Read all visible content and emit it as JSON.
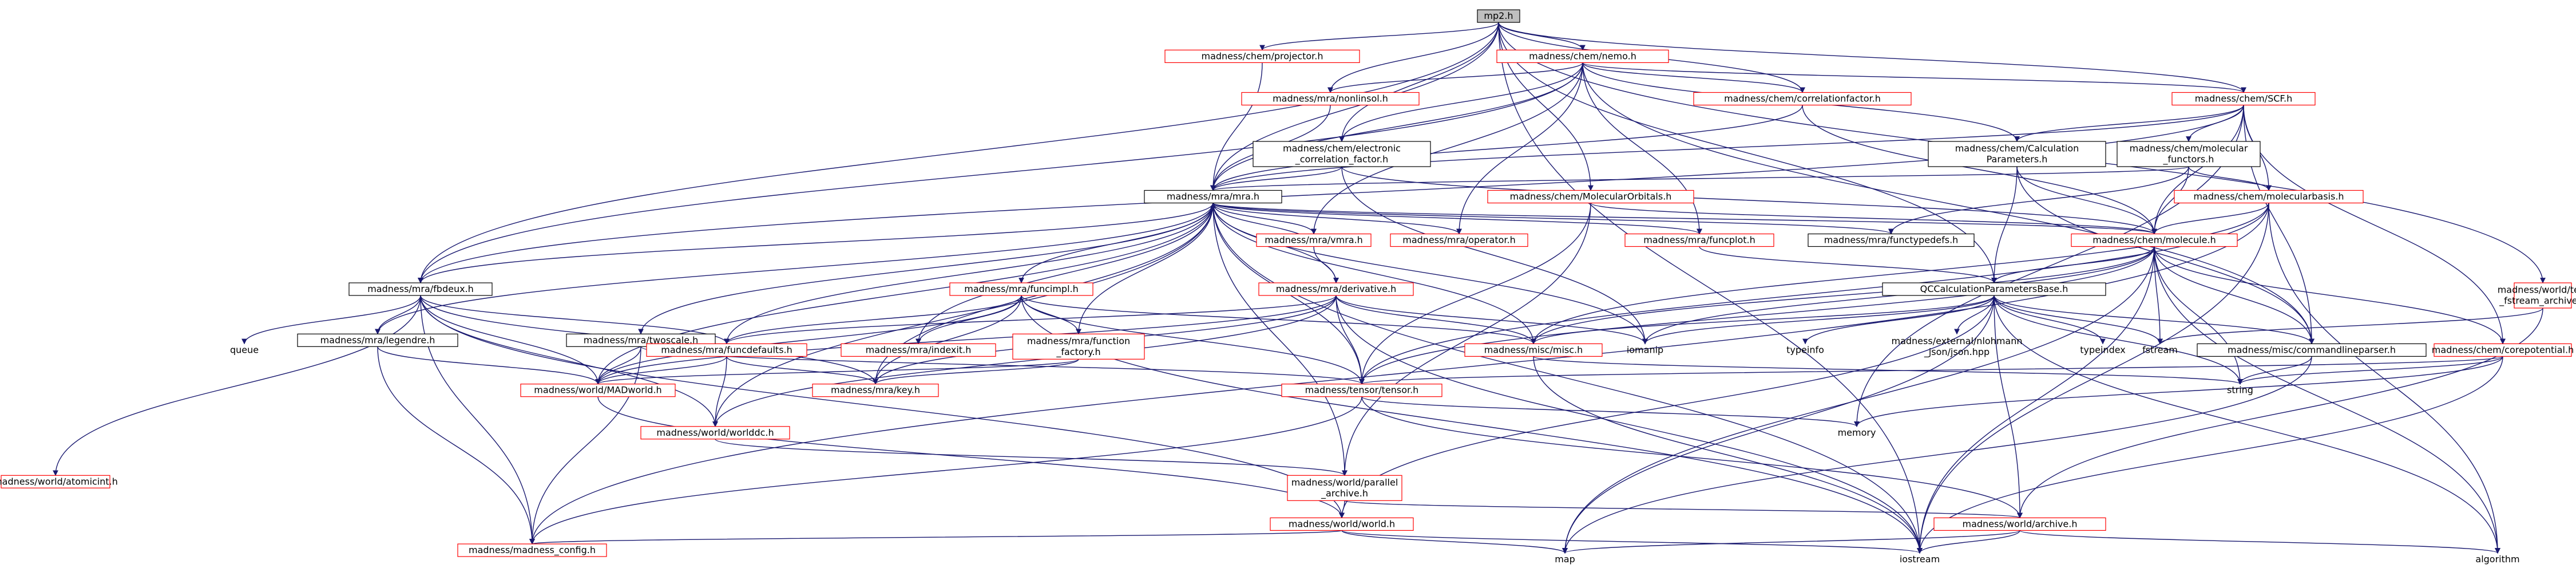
{
  "diagram": {
    "title": "mp2.h",
    "nodes": [
      {
        "id": "root",
        "label": [
          "mp2.h"
        ],
        "style": "root"
      },
      {
        "id": "projector",
        "label": [
          "madness/chem/projector.h"
        ],
        "style": "red"
      },
      {
        "id": "nemo",
        "label": [
          "madness/chem/nemo.h"
        ],
        "style": "red"
      },
      {
        "id": "nonlinsol",
        "label": [
          "madness/mra/nonlinsol.h"
        ],
        "style": "red"
      },
      {
        "id": "corrfac",
        "label": [
          "madness/chem/correlationfactor.h"
        ],
        "style": "red"
      },
      {
        "id": "scf",
        "label": [
          "madness/chem/SCF.h"
        ],
        "style": "red"
      },
      {
        "id": "elcorr",
        "label": [
          "madness/chem/electronic",
          "_correlation_factor.h"
        ],
        "style": "black"
      },
      {
        "id": "calcparam",
        "label": [
          "madness/chem/Calculation",
          "Parameters.h"
        ],
        "style": "black"
      },
      {
        "id": "molfunc",
        "label": [
          "madness/chem/molecular",
          "_functors.h"
        ],
        "style": "black"
      },
      {
        "id": "mra",
        "label": [
          "madness/mra/mra.h"
        ],
        "style": "black"
      },
      {
        "id": "molorb",
        "label": [
          "madness/chem/MolecularOrbitals.h"
        ],
        "style": "red"
      },
      {
        "id": "molbasis",
        "label": [
          "madness/chem/molecularbasis.h"
        ],
        "style": "red"
      },
      {
        "id": "vmra",
        "label": [
          "madness/mra/vmra.h"
        ],
        "style": "red"
      },
      {
        "id": "operator",
        "label": [
          "madness/mra/operator.h"
        ],
        "style": "red"
      },
      {
        "id": "funcplot",
        "label": [
          "madness/mra/funcplot.h"
        ],
        "style": "red"
      },
      {
        "id": "functypedefs",
        "label": [
          "madness/mra/functypedefs.h"
        ],
        "style": "black"
      },
      {
        "id": "molecule",
        "label": [
          "madness/chem/molecule.h"
        ],
        "style": "red"
      },
      {
        "id": "textfstream",
        "label": [
          "madness/world/text",
          "_fstream_archive.h"
        ],
        "style": "red"
      },
      {
        "id": "fbdeux",
        "label": [
          "madness/mra/fbdeux.h"
        ],
        "style": "black"
      },
      {
        "id": "funcimpl",
        "label": [
          "madness/mra/funcimpl.h"
        ],
        "style": "red"
      },
      {
        "id": "derivative",
        "label": [
          "madness/mra/derivative.h"
        ],
        "style": "red"
      },
      {
        "id": "qccalc",
        "label": [
          "QCCalculationParametersBase.h"
        ],
        "style": "black"
      },
      {
        "id": "queue",
        "label": [
          "queue"
        ],
        "style": "plain"
      },
      {
        "id": "legendre",
        "label": [
          "madness/mra/legendre.h"
        ],
        "style": "black"
      },
      {
        "id": "twoscale",
        "label": [
          "madness/mra/twoscale.h"
        ],
        "style": "black"
      },
      {
        "id": "funcdefaults",
        "label": [
          "madness/mra/funcdefaults.h"
        ],
        "style": "red"
      },
      {
        "id": "indexit",
        "label": [
          "madness/mra/indexit.h"
        ],
        "style": "red"
      },
      {
        "id": "funcfactory",
        "label": [
          "madness/mra/function",
          "_factory.h"
        ],
        "style": "red"
      },
      {
        "id": "misc",
        "label": [
          "madness/misc/misc.h"
        ],
        "style": "red"
      },
      {
        "id": "iomanip",
        "label": [
          "iomanip"
        ],
        "style": "plain"
      },
      {
        "id": "typeinfo",
        "label": [
          "typeinfo"
        ],
        "style": "plain"
      },
      {
        "id": "json",
        "label": [
          "madness/external/nlohmann",
          "_json/json.hpp"
        ],
        "style": "plain"
      },
      {
        "id": "typeindex",
        "label": [
          "typeindex"
        ],
        "style": "plain"
      },
      {
        "id": "fstream",
        "label": [
          "fstream"
        ],
        "style": "plain"
      },
      {
        "id": "cmdline",
        "label": [
          "madness/misc/commandlineparser.h"
        ],
        "style": "black"
      },
      {
        "id": "corepot",
        "label": [
          "madness/chem/corepotential.h"
        ],
        "style": "red"
      },
      {
        "id": "madworld",
        "label": [
          "madness/world/MADworld.h"
        ],
        "style": "red"
      },
      {
        "id": "key",
        "label": [
          "madness/mra/key.h"
        ],
        "style": "red"
      },
      {
        "id": "tensor",
        "label": [
          "madness/tensor/tensor.h"
        ],
        "style": "red"
      },
      {
        "id": "string",
        "label": [
          "string"
        ],
        "style": "plain"
      },
      {
        "id": "worlddc",
        "label": [
          "madness/world/worlddc.h"
        ],
        "style": "red"
      },
      {
        "id": "memory",
        "label": [
          "memory"
        ],
        "style": "plain"
      },
      {
        "id": "atomicint",
        "label": [
          "madness/world/atomicint.h"
        ],
        "style": "red"
      },
      {
        "id": "parallel",
        "label": [
          "madness/world/parallel",
          "_archive.h"
        ],
        "style": "red"
      },
      {
        "id": "world",
        "label": [
          "madness/world/world.h"
        ],
        "style": "red"
      },
      {
        "id": "archive",
        "label": [
          "madness/world/archive.h"
        ],
        "style": "red"
      },
      {
        "id": "config",
        "label": [
          "madness/madness_config.h"
        ],
        "style": "red"
      },
      {
        "id": "map",
        "label": [
          "map"
        ],
        "style": "plain"
      },
      {
        "id": "iostream",
        "label": [
          "iostream"
        ],
        "style": "plain"
      },
      {
        "id": "algorithm",
        "label": [
          "algorithm"
        ],
        "style": "plain"
      }
    ],
    "edges": [
      [
        "root",
        "projector"
      ],
      [
        "root",
        "nemo"
      ],
      [
        "root",
        "nonlinsol"
      ],
      [
        "root",
        "corrfac"
      ],
      [
        "root",
        "scf"
      ],
      [
        "root",
        "elcorr"
      ],
      [
        "root",
        "molorb"
      ],
      [
        "root",
        "textfstream"
      ],
      [
        "root",
        "fbdeux"
      ],
      [
        "root",
        "mra"
      ],
      [
        "root",
        "qccalc"
      ],
      [
        "root",
        "iostream"
      ],
      [
        "projector",
        "mra"
      ],
      [
        "nemo",
        "nonlinsol"
      ],
      [
        "nemo",
        "corrfac"
      ],
      [
        "nemo",
        "scf"
      ],
      [
        "nemo",
        "mra"
      ],
      [
        "nemo",
        "fbdeux"
      ],
      [
        "nemo",
        "calcparam"
      ],
      [
        "nemo",
        "vmra"
      ],
      [
        "nemo",
        "operator"
      ],
      [
        "nemo",
        "funcplot"
      ],
      [
        "nemo",
        "cmdline"
      ],
      [
        "nemo",
        "elcorr"
      ],
      [
        "nonlinsol",
        "mra"
      ],
      [
        "corrfac",
        "mra"
      ],
      [
        "corrfac",
        "molecule"
      ],
      [
        "scf",
        "calcparam"
      ],
      [
        "scf",
        "molfunc"
      ],
      [
        "scf",
        "molbasis"
      ],
      [
        "scf",
        "molecule"
      ],
      [
        "scf",
        "corepot"
      ],
      [
        "scf",
        "mra"
      ],
      [
        "scf",
        "cmdline"
      ],
      [
        "scf",
        "fbdeux"
      ],
      [
        "scf",
        "memory"
      ],
      [
        "elcorr",
        "mra"
      ],
      [
        "elcorr",
        "molecule"
      ],
      [
        "elcorr",
        "iomanip"
      ],
      [
        "calcparam",
        "molecule"
      ],
      [
        "calcparam",
        "qccalc"
      ],
      [
        "calcparam",
        "cmdline"
      ],
      [
        "molfunc",
        "mra"
      ],
      [
        "molfunc",
        "molecule"
      ],
      [
        "molfunc",
        "functypedefs"
      ],
      [
        "molfunc",
        "molbasis"
      ],
      [
        "molorb",
        "molecule"
      ],
      [
        "molorb",
        "tensor"
      ],
      [
        "molorb",
        "parallel"
      ],
      [
        "molbasis",
        "molecule"
      ],
      [
        "molbasis",
        "tensor"
      ],
      [
        "molbasis",
        "algorithm"
      ],
      [
        "molbasis",
        "iostream"
      ],
      [
        "molbasis",
        "config"
      ],
      [
        "molbasis",
        "misc"
      ],
      [
        "mra",
        "vmra"
      ],
      [
        "mra",
        "operator"
      ],
      [
        "mra",
        "funcplot"
      ],
      [
        "mra",
        "functypedefs"
      ],
      [
        "mra",
        "molecule"
      ],
      [
        "mra",
        "fbdeux"
      ],
      [
        "mra",
        "funcimpl"
      ],
      [
        "mra",
        "derivative"
      ],
      [
        "mra",
        "legendre"
      ],
      [
        "mra",
        "twoscale"
      ],
      [
        "mra",
        "funcdefaults"
      ],
      [
        "mra",
        "indexit"
      ],
      [
        "mra",
        "funcfactory"
      ],
      [
        "mra",
        "misc"
      ],
      [
        "mra",
        "madworld"
      ],
      [
        "mra",
        "key"
      ],
      [
        "mra",
        "tensor"
      ],
      [
        "mra",
        "worlddc"
      ],
      [
        "mra",
        "parallel"
      ],
      [
        "mra",
        "iostream"
      ],
      [
        "mra",
        "iomanip"
      ],
      [
        "vmra",
        "mra"
      ],
      [
        "vmra",
        "derivative"
      ],
      [
        "funcplot",
        "qccalc"
      ],
      [
        "molecule",
        "qccalc"
      ],
      [
        "molecule",
        "cmdline"
      ],
      [
        "molecule",
        "corepot"
      ],
      [
        "molecule",
        "misc"
      ],
      [
        "molecule",
        "fstream"
      ],
      [
        "molecule",
        "iomanip"
      ],
      [
        "molecule",
        "string"
      ],
      [
        "molecule",
        "tensor"
      ],
      [
        "molecule",
        "algorithm"
      ],
      [
        "molecule",
        "iostream"
      ],
      [
        "molecule",
        "map"
      ],
      [
        "textfstream",
        "fstream"
      ],
      [
        "textfstream",
        "archive"
      ],
      [
        "fbdeux",
        "queue"
      ],
      [
        "fbdeux",
        "legendre"
      ],
      [
        "fbdeux",
        "funcdefaults"
      ],
      [
        "fbdeux",
        "madworld"
      ],
      [
        "fbdeux",
        "worlddc"
      ],
      [
        "fbdeux",
        "atomicint"
      ],
      [
        "fbdeux",
        "config"
      ],
      [
        "fbdeux",
        "key"
      ],
      [
        "fbdeux",
        "world"
      ],
      [
        "funcimpl",
        "funcdefaults"
      ],
      [
        "funcimpl",
        "indexit"
      ],
      [
        "funcimpl",
        "funcfactory"
      ],
      [
        "funcimpl",
        "madworld"
      ],
      [
        "funcimpl",
        "key"
      ],
      [
        "funcimpl",
        "tensor"
      ],
      [
        "funcimpl",
        "misc"
      ],
      [
        "funcimpl",
        "iostream"
      ],
      [
        "derivative",
        "funcdefaults"
      ],
      [
        "derivative",
        "misc"
      ],
      [
        "derivative",
        "tensor"
      ],
      [
        "derivative",
        "key"
      ],
      [
        "derivative",
        "madworld"
      ],
      [
        "derivative",
        "worlddc"
      ],
      [
        "derivative",
        "iostream"
      ],
      [
        "derivative",
        "iomanip"
      ],
      [
        "qccalc",
        "typeinfo"
      ],
      [
        "qccalc",
        "json"
      ],
      [
        "qccalc",
        "typeindex"
      ],
      [
        "qccalc",
        "fstream"
      ],
      [
        "qccalc",
        "cmdline"
      ],
      [
        "qccalc",
        "misc"
      ],
      [
        "qccalc",
        "iomanip"
      ],
      [
        "qccalc",
        "string"
      ],
      [
        "qccalc",
        "world"
      ],
      [
        "qccalc",
        "archive"
      ],
      [
        "qccalc",
        "algorithm"
      ],
      [
        "qccalc",
        "map"
      ],
      [
        "legendre",
        "config"
      ],
      [
        "legendre",
        "madworld"
      ],
      [
        "twoscale",
        "tensor"
      ],
      [
        "twoscale",
        "config"
      ],
      [
        "twoscale",
        "madworld"
      ],
      [
        "funcdefaults",
        "madworld"
      ],
      [
        "funcdefaults",
        "key"
      ],
      [
        "funcdefaults",
        "worlddc"
      ],
      [
        "funcfactory",
        "key"
      ],
      [
        "funcfactory",
        "madworld"
      ],
      [
        "misc",
        "string"
      ],
      [
        "misc",
        "iostream"
      ],
      [
        "cmdline",
        "string"
      ],
      [
        "cmdline",
        "map"
      ],
      [
        "corepot",
        "tensor"
      ],
      [
        "corepot",
        "string"
      ],
      [
        "corepot",
        "iostream"
      ],
      [
        "corepot",
        "memory"
      ],
      [
        "madworld",
        "world"
      ],
      [
        "tensor",
        "memory"
      ],
      [
        "tensor",
        "config"
      ],
      [
        "tensor",
        "archive"
      ],
      [
        "worlddc",
        "parallel"
      ],
      [
        "parallel",
        "world"
      ],
      [
        "parallel",
        "archive"
      ],
      [
        "world",
        "config"
      ],
      [
        "world",
        "map"
      ],
      [
        "world",
        "iostream"
      ],
      [
        "archive",
        "map"
      ],
      [
        "archive",
        "iostream"
      ],
      [
        "archive",
        "algorithm"
      ]
    ]
  }
}
